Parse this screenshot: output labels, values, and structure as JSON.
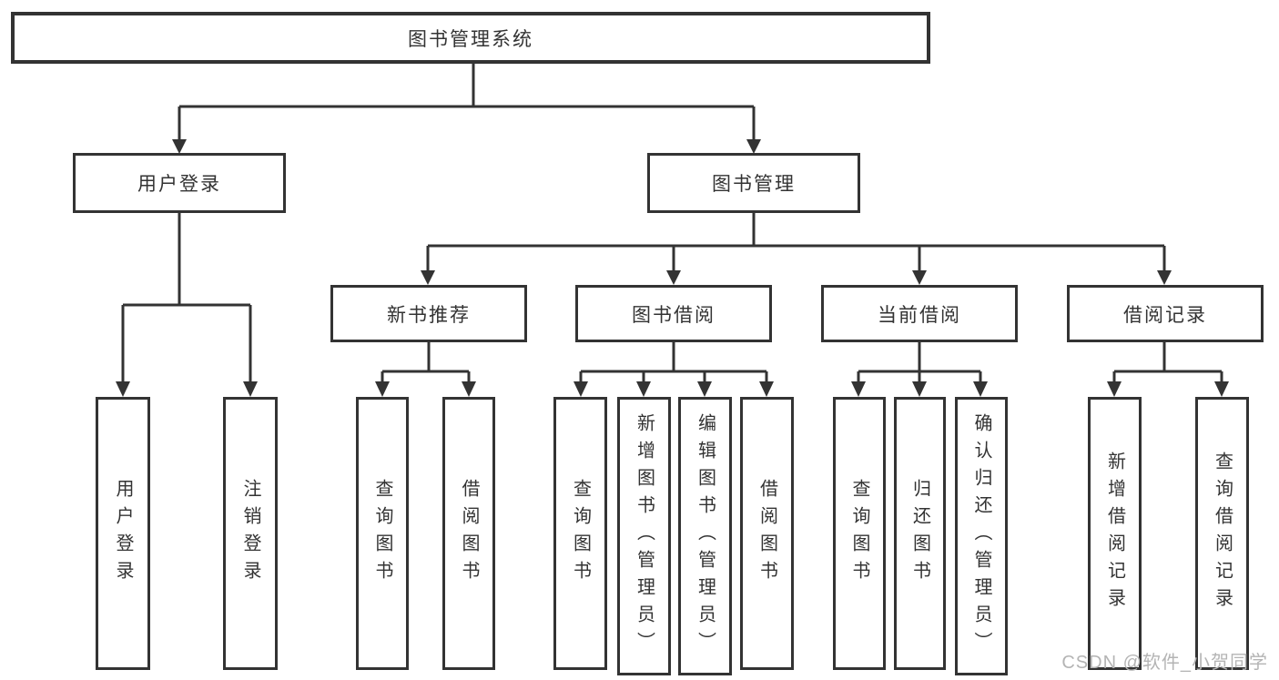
{
  "diagram": {
    "root": "图书管理系统",
    "branches": [
      {
        "label": "用户登录",
        "children": [
          "用户登录",
          "注销登录"
        ]
      },
      {
        "label": "图书管理",
        "groups": [
          {
            "label": "新书推荐",
            "children": [
              "查询图书",
              "借阅图书"
            ]
          },
          {
            "label": "图书借阅",
            "children": [
              "查询图书",
              "新增图书（管理员）",
              "编辑图书（管理员）",
              "借阅图书"
            ]
          },
          {
            "label": "当前借阅",
            "children": [
              "查询图书",
              "归还图书",
              "确认归还（管理员）"
            ]
          },
          {
            "label": "借阅记录",
            "children": [
              "新增借阅记录",
              "查询借阅记录"
            ]
          }
        ]
      }
    ],
    "watermark": "CSDN @软件_小贺同学",
    "colors": {
      "line": "#333333",
      "text": "#333333",
      "box_background": "#ffffff",
      "watermark": "#b4b4b4"
    }
  }
}
